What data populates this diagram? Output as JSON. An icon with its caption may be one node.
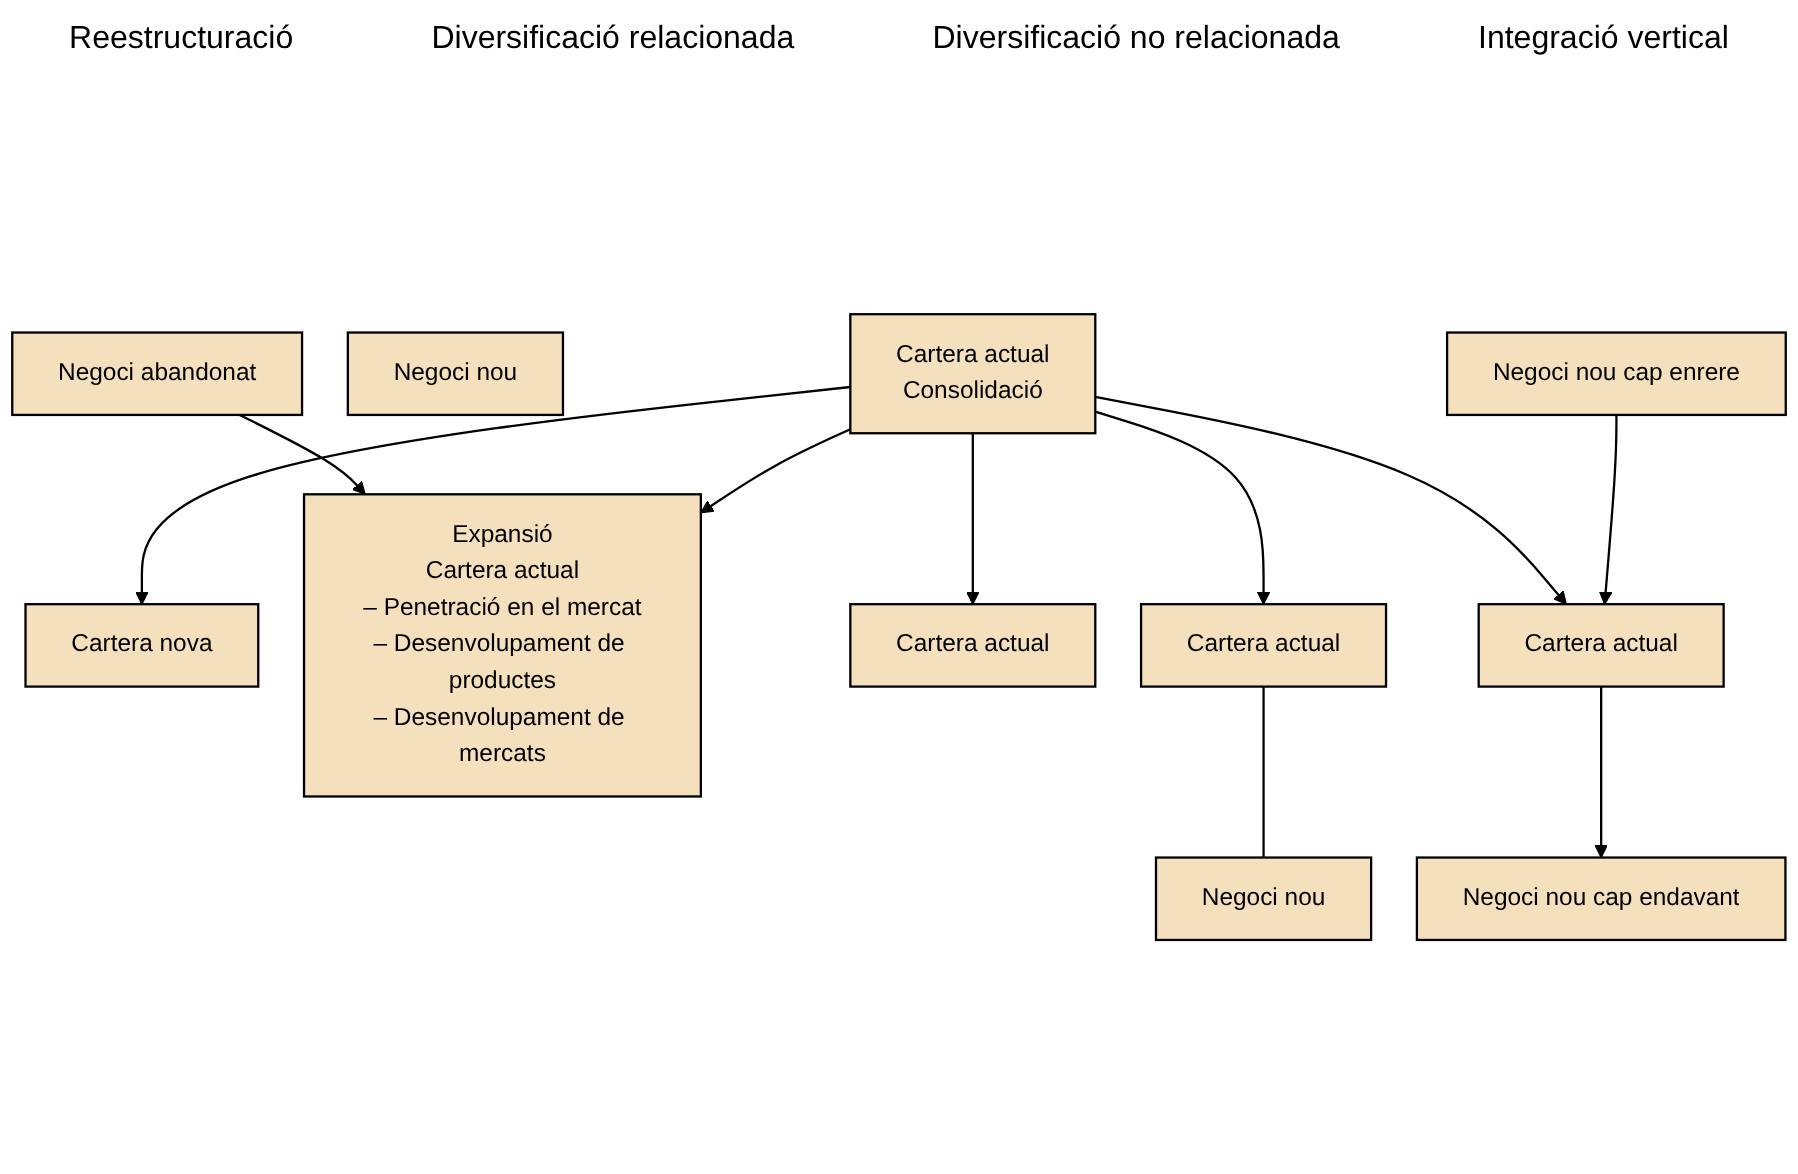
{
  "diagram": {
    "nodes": [
      {
        "text": [
          "Negoci abandonat"
        ]
      },
      {
        "text": [
          "Cartera nova"
        ]
      },
      {
        "text": [
          "Expansió",
          "Cartera actual",
          "– Penetració en el mercat",
          "– Desenvolupament de productes",
          "– Desenvolupament de mercats"
        ]
      },
      {
        "text": [
          "Negoci nou"
        ]
      },
      {
        "text": [
          "Cartera actual"
        ]
      },
      {
        "text": [
          "Cartera actual",
          "Consolidació"
        ]
      },
      {
        "text": [
          "Cartera actual"
        ]
      },
      {
        "text": [
          "Negoci nou"
        ]
      },
      {
        "text": [
          "Negoci nou cap enrere"
        ]
      },
      {
        "text": [
          "Cartera actual"
        ]
      },
      {
        "text": [
          "Negoci nou cap endavant"
        ]
      }
    ],
    "edges": [
      {
        "from": 0,
        "to": 2,
        "arrow": "to"
      },
      {
        "from": 5,
        "to": 1,
        "arrow": "to"
      },
      {
        "from": 5,
        "to": 2,
        "arrow": "to"
      },
      {
        "from": 5,
        "to": 4,
        "arrow": "to"
      },
      {
        "from": 5,
        "to": 6,
        "arrow": "to"
      },
      {
        "from": 6,
        "to": 7,
        "arrow": "none"
      },
      {
        "from": 5,
        "to": 9,
        "arrow": "to"
      },
      {
        "from": 8,
        "to": 9,
        "arrow": "to"
      },
      {
        "from": 9,
        "to": 10,
        "arrow": "to"
      }
    ],
    "labels": [
      "Reestructuració",
      "Diversificació relacionada",
      "Diversificació no relacionada",
      "Integració vertical"
    ]
  }
}
